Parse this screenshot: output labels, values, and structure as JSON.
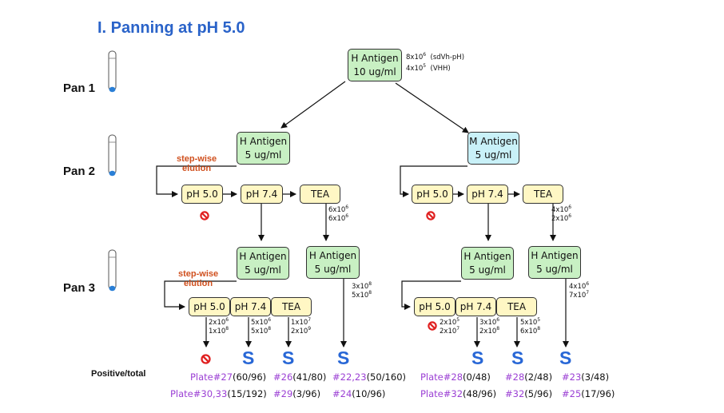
{
  "title": "I. Panning at pH 5.0",
  "pans": [
    "Pan 1",
    "Pan 2",
    "Pan 3"
  ],
  "step_label_line1": "step-wise",
  "step_label_line2": "elution",
  "pan1": {
    "antigen_name": "H Antigen",
    "antigen_conc": "10 ug/ml",
    "count1": "8x10",
    "count1_exp": "6",
    "count1_note": "(sdVh-pH)",
    "count2": "4x10",
    "count2_exp": "5",
    "count2_note": "(VHH)"
  },
  "pan2": {
    "left_antigen": "H Antigen",
    "left_conc": "5 ug/ml",
    "right_antigen": "M Antigen",
    "right_conc": "5 ug/ml",
    "cond": [
      "pH 5.0",
      "pH 7.4",
      "TEA"
    ],
    "left_tea_counts": [
      [
        "6x10",
        "6"
      ],
      [
        "6x10",
        "6"
      ]
    ],
    "right_tea_counts": [
      [
        "4x10",
        "6"
      ],
      [
        "2x10",
        "6"
      ]
    ]
  },
  "pan3": {
    "antigen_name": "H Antigen",
    "antigen_conc": "5 ug/ml",
    "cond": [
      "pH 5.0",
      "pH 7.4",
      "TEA"
    ],
    "left_tea_counts": [
      [
        "3x10",
        "8"
      ],
      [
        "5x10",
        "8"
      ]
    ],
    "right_tea_counts": [
      [
        "4x10",
        "6"
      ],
      [
        "7x10",
        "7"
      ]
    ],
    "left_group_counts": [
      [
        [
          "2x10",
          "6"
        ],
        [
          "1x10",
          "8"
        ]
      ],
      [
        [
          "5x10",
          "6"
        ],
        [
          "5x10",
          "8"
        ]
      ],
      [
        [
          "1x10",
          "7"
        ],
        [
          "2x10",
          "9"
        ]
      ]
    ],
    "right_group_counts": [
      [
        [
          "2x10",
          "5"
        ],
        [
          "2x10",
          "7"
        ]
      ],
      [
        [
          "3x10",
          "6"
        ],
        [
          "2x10",
          "8"
        ]
      ],
      [
        [
          "5x10",
          "5"
        ],
        [
          "6x10",
          "8"
        ]
      ]
    ]
  },
  "s_label": "S",
  "positive_total_label": "Positive/total",
  "results_row1": [
    {
      "plate": "Plate#27",
      "val": "(60/96)"
    },
    {
      "plate": "#26",
      "val": "(41/80)"
    },
    {
      "plate": "#22,23",
      "val": "(50/160)"
    },
    {
      "plate": "Plate#28",
      "val": "(0/48)"
    },
    {
      "plate": "#28",
      "val": "(2/48)"
    },
    {
      "plate": "#23",
      "val": "(3/48)"
    }
  ],
  "results_row2": [
    {
      "plate": "Plate#30,33",
      "val": "(15/192)"
    },
    {
      "plate": "#29",
      "val": "(3/96)"
    },
    {
      "plate": "#24",
      "val": "(10/96)"
    },
    {
      "plate": "Plate#32",
      "val": "(48/96)"
    },
    {
      "plate": "#32",
      "val": "(5/96)"
    },
    {
      "plate": "#25",
      "val": "(17/96)"
    }
  ],
  "colors": {
    "title": "#2a63c9",
    "antigen_green": "#c8f0c3",
    "antigen_cyan": "#c9f1f8",
    "condition_yellow": "#fff7c4",
    "step_label": "#d0501e",
    "s_mark": "#2867d6",
    "plate_text": "#9b3fd4",
    "no_symbol": "#e02020"
  },
  "icons": [
    "test-tube-icon",
    "no-symbol-icon"
  ]
}
